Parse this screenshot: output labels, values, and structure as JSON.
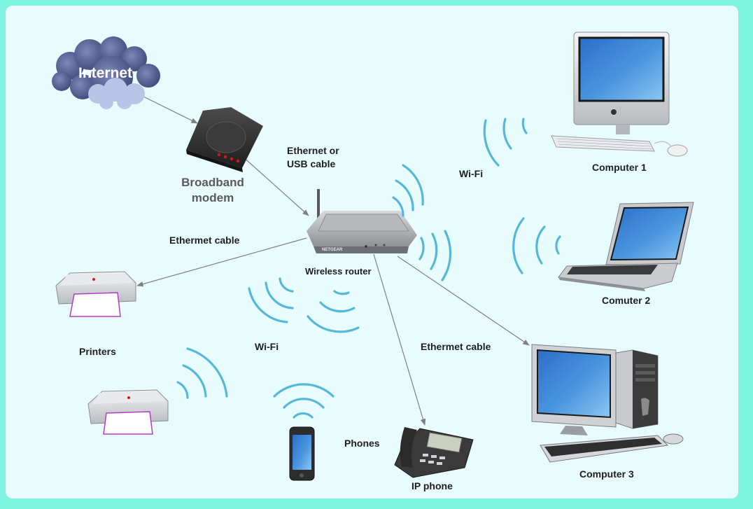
{
  "labels": {
    "internet": "Internet",
    "broadband_modem_line1": "Broadband",
    "broadband_modem_line2": "modem",
    "ethernet_or_usb_line1": "Ethernet or",
    "ethernet_or_usb_line2": "USB cable",
    "wireless_router": "Wireless router",
    "wifi_top": "Wi-Fi",
    "wifi_left": "Wi-Fi",
    "ethernet_cable_left": "Ethermet cable",
    "ethernet_cable_bottom": "Ethermet cable",
    "computer1": "Computer 1",
    "computer2": "Comuter 2",
    "computer3": "Computer 3",
    "printers": "Printers",
    "phones": "Phones",
    "ip_phone": "IP phone"
  },
  "router_brand": "NETGEAR",
  "colors": {
    "background": "#7ff5e1",
    "canvas": "#e8fbfd",
    "wifi": "#56b8d9",
    "connector": "#808080",
    "screen_blue": "#3f86d4"
  },
  "icons": [
    "cloud-icon",
    "modem-icon",
    "router-icon",
    "imac-icon",
    "laptop-icon",
    "desktop-pc-icon",
    "printer-icon",
    "smartphone-icon",
    "ip-phone-icon",
    "wifi-waves-icon",
    "apple-logo-icon"
  ]
}
